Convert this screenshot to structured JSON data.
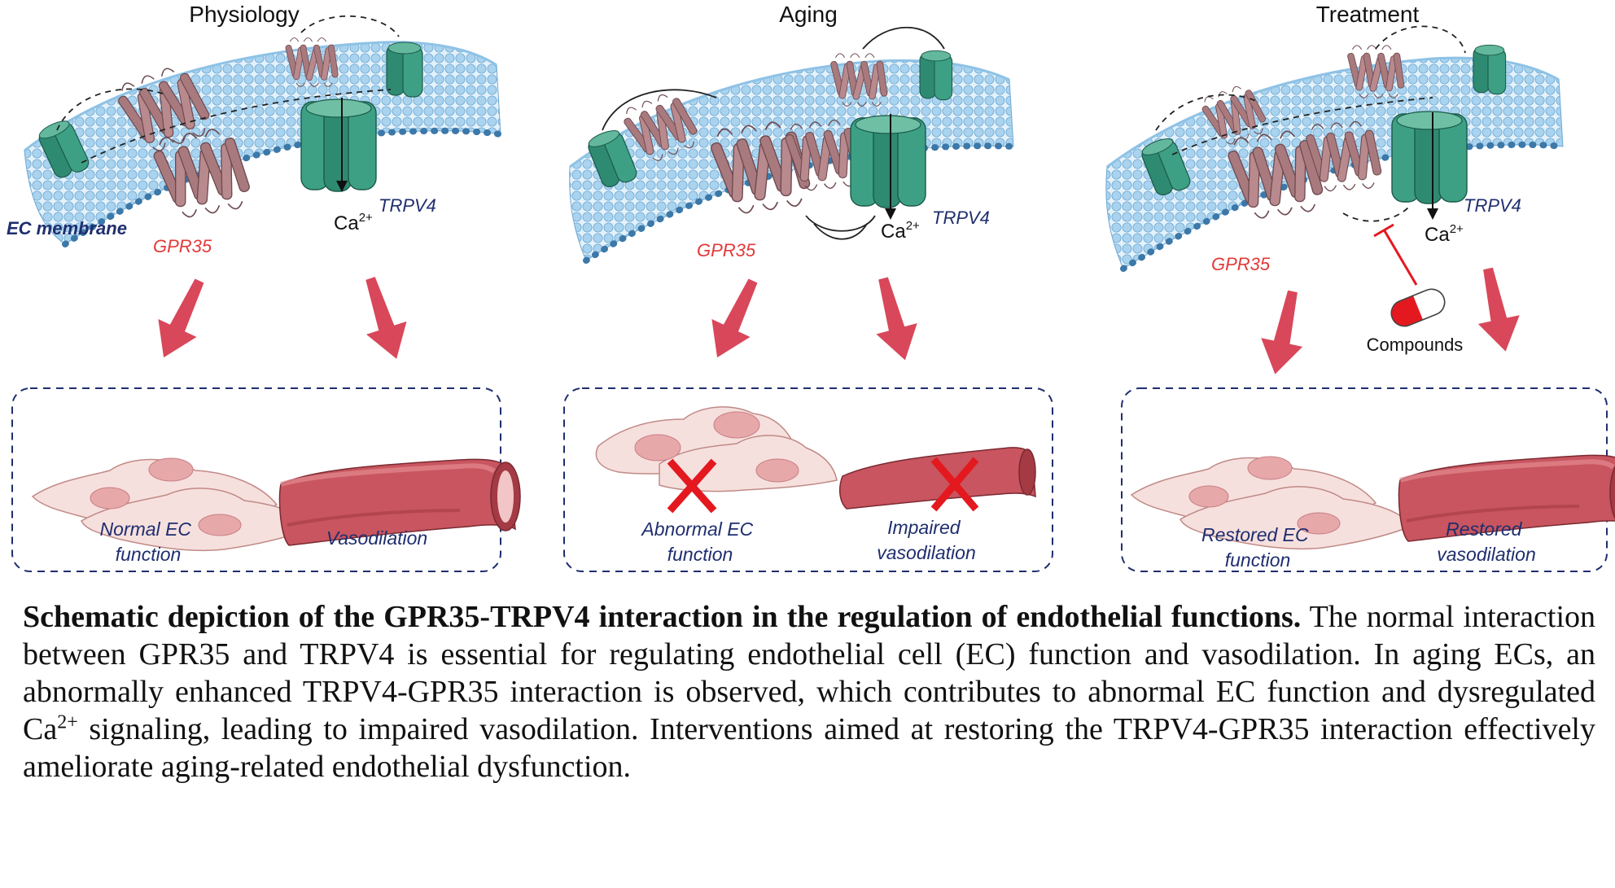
{
  "panels": [
    {
      "title": "Physiology",
      "membrane_label": "EC membrane",
      "gpr35_label": "GPR35",
      "trpv4_label": "TRPV4",
      "ca_label": "Ca",
      "ca_sup": "2+",
      "outcome_left": [
        "Normal EC",
        "function"
      ],
      "outcome_right": [
        "Vasodilation"
      ]
    },
    {
      "title": "Aging",
      "gpr35_label": "GPR35",
      "trpv4_label": "TRPV4",
      "ca_label": "Ca",
      "ca_sup": "2+",
      "outcome_left": [
        "Abnormal EC",
        "function"
      ],
      "outcome_right": [
        "Impaired",
        "vasodilation"
      ]
    },
    {
      "title": "Treatment",
      "gpr35_label": "GPR35",
      "trpv4_label": "TRPV4",
      "ca_label": "Ca",
      "ca_sup": "2+",
      "compounds_label": "Compounds",
      "outcome_left": [
        "Restored EC",
        "function"
      ],
      "outcome_right": [
        "Restored",
        "vasodilation"
      ]
    }
  ],
  "caption": {
    "title": "Schematic depiction of the GPR35-TRPV4 interaction in the regulation of endothelial functions.",
    "body_1": " The normal interaction between GPR35 and TRPV4 is essential for regulating endothelial cell (EC) function and vasodilation. In aging ECs, an abnormally enhanced TRPV4-GPR35 interaction is observed, which contributes to abnormal EC function and dysregulated Ca",
    "body_sup": "2+",
    "body_2": " signaling, leading to impaired vasodilation. Interventions aimed at restoring the TRPV4-GPR35 interaction effectively ameliorate aging-related endothelial dysfunction."
  },
  "colors": {
    "membrane_head": "#a9d3ee",
    "membrane_head_dark": "#3c78a8",
    "gpr35": "#a87a7e",
    "trpv4": "#2f8a72",
    "arrow": "#d9475a",
    "box_border": "#1f2e6e",
    "cell_fill": "#f6e0de",
    "nucleus": "#e7a8aa",
    "vessel": "#c8555f",
    "cross": "#e4181f",
    "label_red": "#e23a3a",
    "label_blue": "#1f2e6e"
  }
}
